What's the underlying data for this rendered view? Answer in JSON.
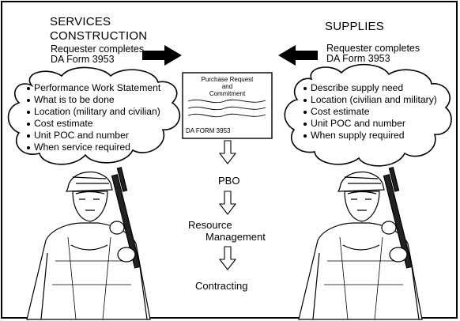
{
  "left": {
    "title_line1": "SERVICES",
    "title_line2": "CONSTRUCTION",
    "requester_line1": "Requester completes",
    "requester_line2": "DA Form 3953",
    "items": [
      "Performance Work Statement",
      "What is to be done",
      "Location (military and civilian)",
      "Cost estimate",
      "Unit POC and number",
      "When service required"
    ]
  },
  "right": {
    "title": "SUPPLIES",
    "requester_line1": "Requester completes",
    "requester_line2": "DA Form 3953",
    "items": [
      "Describe supply need",
      "Location (civilian and military)",
      "Cost estimate",
      "Unit POC and number",
      "When supply required"
    ]
  },
  "form": {
    "title_line1": "Purchase Request",
    "title_line2": "and",
    "title_line3": "Commitment",
    "number": "DA FORM 3953"
  },
  "flow": {
    "step1": "PBO",
    "step2_line1": "Resource",
    "step2_line2": "Management",
    "step3": "Contracting"
  },
  "icons": [
    "arrow-right-icon",
    "arrow-left-icon",
    "down-arrow-icon",
    "soldier-icon",
    "thought-cloud"
  ]
}
